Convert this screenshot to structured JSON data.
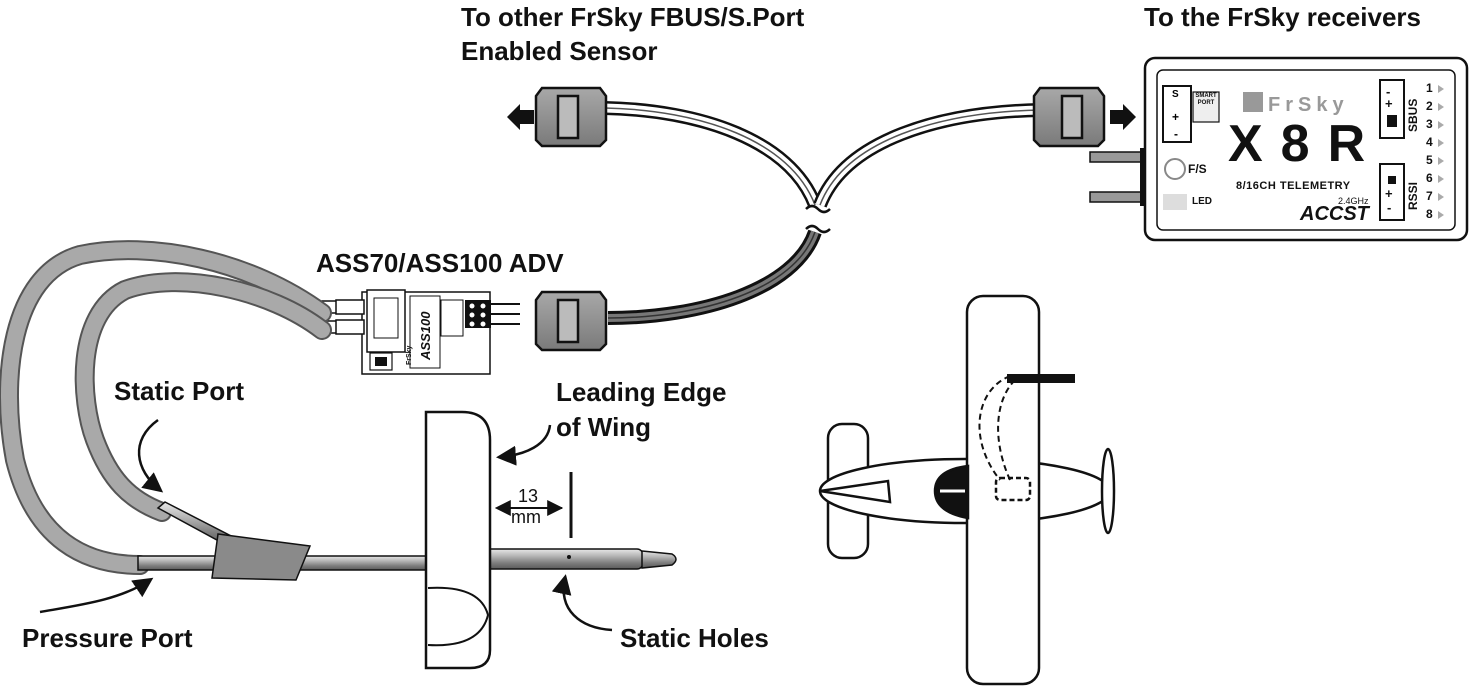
{
  "labels": {
    "to_other_sensor_line1": "To other FrSky FBUS/S.Port",
    "to_other_sensor_line2": "Enabled Sensor",
    "to_receivers": "To the FrSky receivers",
    "sensor_model": "ASS70/ASS100 ADV",
    "static_port": "Static Port",
    "leading_edge_line1": "Leading Edge",
    "leading_edge_line2": "of Wing",
    "pressure_port": "Pressure Port",
    "static_holes": "Static Holes",
    "distance_value": "13",
    "distance_unit": "mm"
  },
  "receiver": {
    "brand": "FrSky",
    "model": "X8R",
    "subtitle": "8/16CH TELEMETRY",
    "freq": "2.4GHz",
    "accst": "ACCST",
    "fs_label": "F/S",
    "led_label": "LED",
    "sbus_label": "SBUS",
    "rssi_label": "RSSI",
    "smart_port": "SMART PORT",
    "channels": [
      "1",
      "2",
      "3",
      "4",
      "5",
      "6",
      "7",
      "8"
    ]
  },
  "sensor": {
    "model_text": "ASS100",
    "brand": "FrSky"
  },
  "colors": {
    "line": "#111111",
    "tube_gray": "#a9a9a9",
    "connector_gray": "#8f8f8f",
    "metal": "#9a9a9a"
  }
}
